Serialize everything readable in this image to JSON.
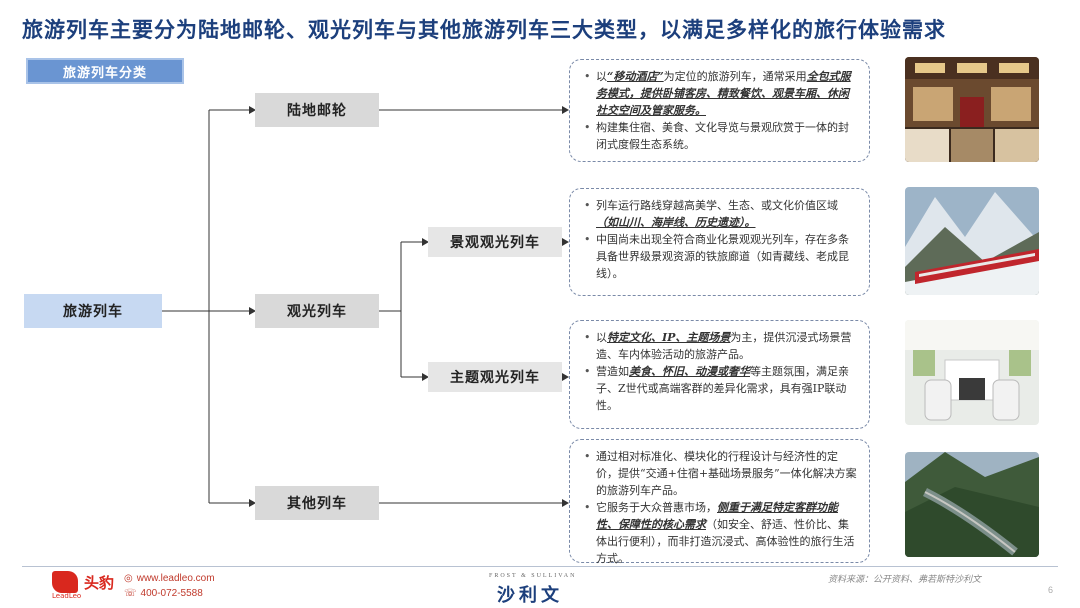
{
  "title": "旅游列车主要分为陆地邮轮、观光列车与其他旅游列车三大类型，以满足多样化的旅行体验需求",
  "tag": "旅游列车分类",
  "tree": {
    "root": "旅游列车",
    "land_cruise": "陆地邮轮",
    "sightseeing": "观光列车",
    "other": "其他列车",
    "scenic": "景观观光列车",
    "theme": "主题观光列车"
  },
  "cards": {
    "land_cruise": {
      "b1_p1": "以",
      "b1_e1": "“移动酒店”",
      "b1_p2": "为定位的旅游列车，通常采用",
      "b1_e2": "全包式服务模式，提供卧铺客房、精致餐饮、观景车厢、休闲社交空间及管家服务。",
      "b2": "构建集住宿、美食、文化导览与景观欣赏于一体的封闭式度假生态系统。"
    },
    "scenic": {
      "b1_p1": "列车运行路线穿越高美学、生态、或文化价值区域",
      "b1_e1": "（如山川、海岸线、历史遗迹）。",
      "b2": "中国尚未出现全符合商业化景观观光列车，存在多条具备世界级景观资源的铁旅廊道（如青藏线、老成昆线）。"
    },
    "theme": {
      "b1_p1": "以",
      "b1_e1": "特定文化、IP、主题场景",
      "b1_p2": "为主，提供沉浸式场景营造、车内体验活动的旅游产品。",
      "b2_p1": "营造如",
      "b2_e1": "美食、怀旧、动漫或奢华",
      "b2_p2": "等主题氛围，满足亲子、Z世代或高端客群的差异化需求，具有强IP联动性。"
    },
    "other": {
      "b1": "通过相对标准化、模块化的行程设计与经济性的定价，提供“交通+住宿+基础场景服务”一体化解决方案的旅游列车产品。",
      "b2_p1": "它服务于大众普惠市场，",
      "b2_e1": "侧重于满足特定客群功能性、保障性的核心需求",
      "b2_p2": "（如安全、舒适、性价比、集体出行便利），而非打造沉浸式、高体验性的旅行生活方式。"
    }
  },
  "photos": {
    "land_cruise": "luxury-train-interior",
    "scenic": "red-train-snow-mountains",
    "theme": "white-themed-train-interior",
    "other": "train-on-viaduct-forest"
  },
  "footer": {
    "logo": "头豹",
    "logo_sub": "LeadLeo",
    "website": "www.leadleo.com",
    "phone": "400-072-5588",
    "fs_en": "FROST & SULLIVAN",
    "fs_cn": "沙利文",
    "source": "资料来源：公开资料、弗若斯特沙利文",
    "page": "6"
  },
  "colors": {
    "title": "#1c3f7c",
    "tag": "#6a95d2",
    "root_box": "#c7d9f2",
    "level_box": "#d9d9d9",
    "brand_red": "#d9281e"
  }
}
